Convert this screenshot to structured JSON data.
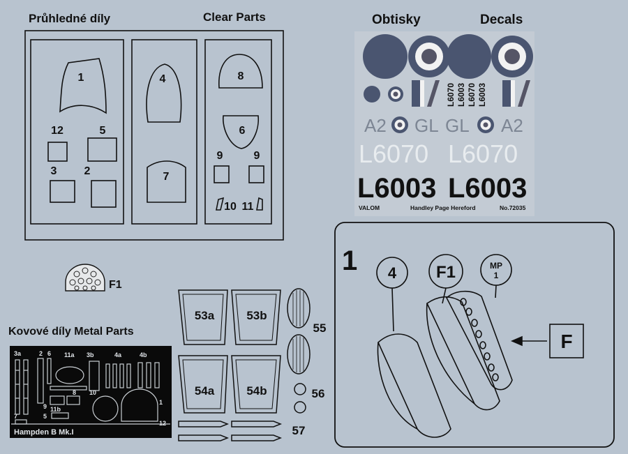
{
  "clear_parts": {
    "heading_cz": "Průhledné díly",
    "heading_en": "Clear Parts",
    "labels": [
      "1",
      "12",
      "5",
      "3",
      "2",
      "4",
      "7",
      "8",
      "6",
      "9",
      "9",
      "10",
      "11"
    ]
  },
  "decals": {
    "heading_cz": "Obtisky",
    "heading_en": "Decals",
    "codes": [
      "A2",
      "GL",
      "GL",
      "A2"
    ],
    "serial_light": [
      "L6070",
      "L6070"
    ],
    "serial_dark": [
      "L6003",
      "L6003"
    ],
    "fin_serials": [
      "L6070",
      "L6003"
    ],
    "footer": [
      "VALOM",
      "Handley Page Hereford",
      "No.72035"
    ]
  },
  "f1": {
    "label": "F1"
  },
  "metal_parts": {
    "heading_cz": "Kovové díly",
    "heading_en": "Metal Parts",
    "fret_labels": [
      "3a",
      "2",
      "6",
      "11a",
      "3b",
      "4a",
      "4b",
      "11b",
      "8",
      "10",
      "9",
      "5",
      "7",
      "1",
      "12"
    ],
    "fret_title": "Hampden B Mk.I"
  },
  "resin_parts": {
    "labels": [
      "53a",
      "53b",
      "54a",
      "54b",
      "55",
      "56",
      "57"
    ]
  },
  "step1": {
    "number": "1",
    "callouts": [
      "4",
      "F1",
      "MP",
      "1"
    ],
    "arrow_label": "F"
  },
  "colors": {
    "background": "#b8c3cf",
    "decal_sheet": "#c3cbd4",
    "roundel_blue": "#4a5570",
    "roundel_red": "#555566",
    "serial_dark": "#111111",
    "serial_light": "#e8ecef",
    "fret": "#0a0a0a"
  }
}
